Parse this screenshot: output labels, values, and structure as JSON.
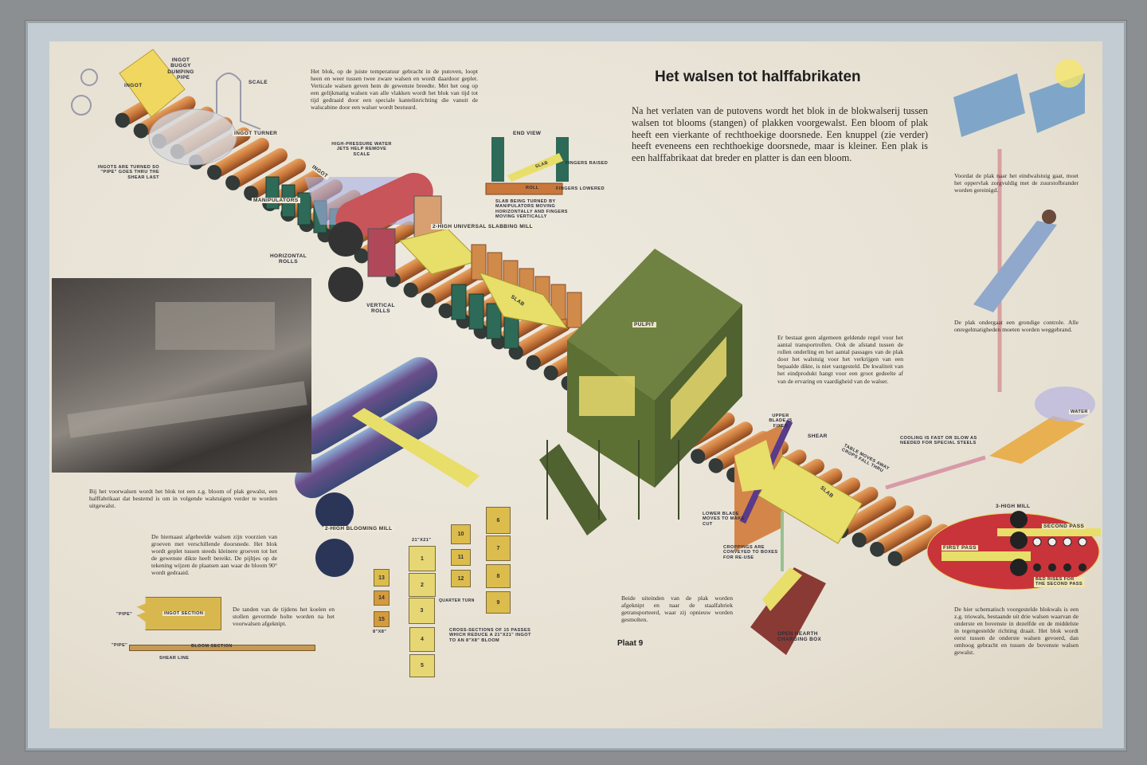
{
  "title": "Het walsen tot halffabrikaten",
  "plate": "Plaat 9",
  "texts": {
    "intro": "Na het verlaten van de putovens wordt het blok in de blokwalserij tussen walsen tot blooms (stangen) of plakken voorgewalst. Een bloom of plak heeft een vierkante of rechthoekige doorsnede. Een knuppel (zie verder) heeft eveneens een rechthoekige doorsnede, maar is kleiner. Een plak is een halffabrikaat dat breder en platter is dan een bloom.",
    "blok": "Het blok, op de juiste temperatuur gebracht in de putoven, loopt heen en weer tussen twee zware walsen en wordt daardoor geplet. Verticale walsen geven hem de gewenste breedte. Met het oog op een gelijkmatig walsen van alle vlakken wordt het blok van tijd tot tijd gedraaid door een speciale kantelinrichting die vanuit de walscabine door een walser wordt bestuurd.",
    "regel": "Er bestaat geen algemeen geldende regel voor het aantal transportrollen. Ook de afstand tussen de rollen onderling en het aantal passages van de plak door het walstuig voor het verkrijgen van een bepaalde dikte, is niet vastgesteld. De kwaliteit van het eindprodukt hangt voor een groot gedeelte af van de ervaring en vaardigheid van de walser.",
    "voorwalsen": "Bij het voorwalsen wordt het blok tot een z.g. bloom of plak gewalst, een halffabrikaat dat bestemd is om in volgende walstuigen verder te worden uitgewalst.",
    "groeven": "De hiernaast afgebeelde walsen zijn voorzien van groeven met verschillende doorsnede. Het blok wordt geplet tussen steeds kleinere groeven tot het de gewenste dikte heeft bereikt. De pijltjes op de tekening wijzen de plaatsen aan waar de bloom 90° wordt gedraaid.",
    "tanden": "De tanden van de tijdens het koelen en stollen gevormde holte worden na het voorwalsen afgeknipt.",
    "uiteinden": "Beide uiteinden van de plak worden afgeknipt en naar de staalfabriek getransporteerd, waar zij opnieuw worden gesmolten.",
    "eindwalstuig": "Voordat de plak naar het eindwalstuig gaat, moet het oppervlak zorgvuldig met de zuurstofbrander worden gereinigd.",
    "controle": "De plak ondergaat een grondige controle. Alle onregelmatigheden moeten worden weggebrand.",
    "triowals": "De hier schematisch voorgestelde blokwals is een z.g. triowals, bestaande uit drie walsen waarvan de onderste en bovenste in dezelfde en de middelste in tegengestelde richting draait. Het blok wordt eerst tussen de onderste walsen gevoerd, dan omhoog gebracht en tussen de bovenste walsen gewalst."
  },
  "labels": {
    "ingot_buggy": "INGOT BUGGY DUMPING",
    "ingot": "INGOT",
    "pipe": "PIPE",
    "scale": "SCALE",
    "ingot_turner": "INGOT TURNER",
    "ingots_turned": "INGOTS ARE TURNED SO \"PIPE\" GOES THRU THE SHEAR LAST",
    "water_jets": "HIGH-PRESSURE WATER JETS HELP REMOVE SCALE",
    "ingot2": "INGOT",
    "manipulators": "MANIPULATORS",
    "horizontal_rolls": "HORIZONTAL ROLLS",
    "vertical_rolls": "VERTICAL ROLLS",
    "slabbing_mill": "2-HIGH UNIVERSAL SLABBING MILL",
    "end_view": "END VIEW",
    "slab_ev": "SLAB",
    "roll": "ROLL",
    "fingers_raised": "FINGERS RAISED",
    "fingers_lowered": "FINGERS LOWERED",
    "slab_turned": "SLAB BEING TURNED BY MANIPULATORS MOVING HORIZONTALLY AND FINGERS MOVING VERTICALLY",
    "slab": "SLAB",
    "pulpit": "PULPIT",
    "upper_blade": "UPPER BLADE IS FIXED",
    "shear": "SHEAR",
    "slab2": "SLAB",
    "table_moves": "TABLE MOVES AWAY CROPS FALL THRU",
    "lower_blade": "LOWER BLADE MOVES TO MAKE CUT",
    "croppings": "CROPPINGS ARE CONVEYED TO BOXES FOR RE-USE",
    "charging_box": "OPEN HEARTH CHARGING BOX",
    "cooling": "COOLING IS FAST OR SLOW AS NEEDED FOR SPECIAL STEELS",
    "water": "WATER",
    "three_high": "3-HIGH MILL",
    "first_pass": "FIRST PASS",
    "second_pass": "SECOND PASS",
    "bed_rises": "BED RISES FOR THE SECOND PASS",
    "blooming_mill": "2-HIGH BLOOMING MILL",
    "size_in": "21\"X21\"",
    "size_out": "8\"X8\"",
    "quarter_turn": "QUARTER TURN",
    "cross_sections": "CROSS-SECTIONS OF 15 PASSES WHICH REDUCE A 21\"X21\" INGOT TO AN 8\"X8\" BLOOM",
    "pipe_q1": "\"PIPE\"",
    "ingot_section": "INGOT SECTION",
    "pipe_q2": "\"PIPE\"",
    "bloom_section": "BLOOM SECTION",
    "shear_line": "SHEAR LINE"
  },
  "passes": [
    "1",
    "2",
    "3",
    "4",
    "5",
    "6",
    "7",
    "8",
    "9",
    "10",
    "11",
    "12",
    "13",
    "14",
    "15"
  ],
  "colors": {
    "frame": "#c3ccd2",
    "paper": "#e9e4d8",
    "roller": "#c9773a",
    "slab": "#e8de6a",
    "pulpit": "#5d7034",
    "mill_red": "#c8343a",
    "blooming": "#3b4a78"
  }
}
